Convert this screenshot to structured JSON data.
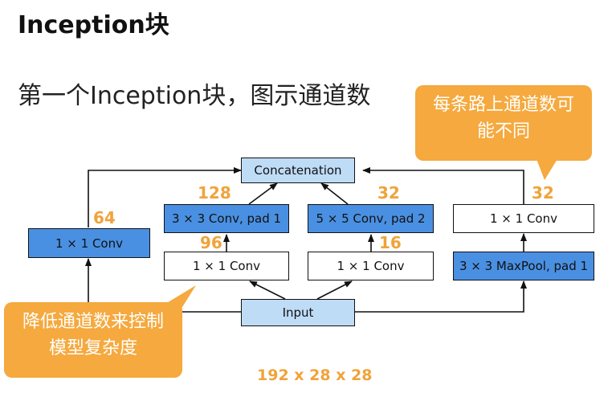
{
  "title": "Inception块",
  "subtitle": "第一个Inception块，图示通道数",
  "colors": {
    "accent": "#f5a93e",
    "block_dark": "#4a90e2",
    "block_light": "#bfdcf7"
  },
  "nodes": {
    "concat": "Concatenation",
    "path1_conv1": "1 × 1 Conv",
    "path2_conv3": "3 × 3 Conv, pad 1",
    "path2_conv1": "1 × 1 Conv",
    "path3_conv5": "5 × 5 Conv, pad 2",
    "path3_conv1": "1 × 1 Conv",
    "path4_conv1": "1 × 1 Conv",
    "path4_pool": "3 × 3 MaxPool, pad 1",
    "input": "Input"
  },
  "channels": {
    "path1_out": "64",
    "path2_out": "128",
    "path2_mid": "96",
    "path3_out": "32",
    "path3_mid": "16",
    "path4_out": "32",
    "input_size": "192 x 28 x 28"
  },
  "callouts": {
    "top_right": [
      "每条路上通道数可",
      "能不同"
    ],
    "bottom_left": [
      "降低通道数来控制",
      "模型复杂度"
    ]
  }
}
